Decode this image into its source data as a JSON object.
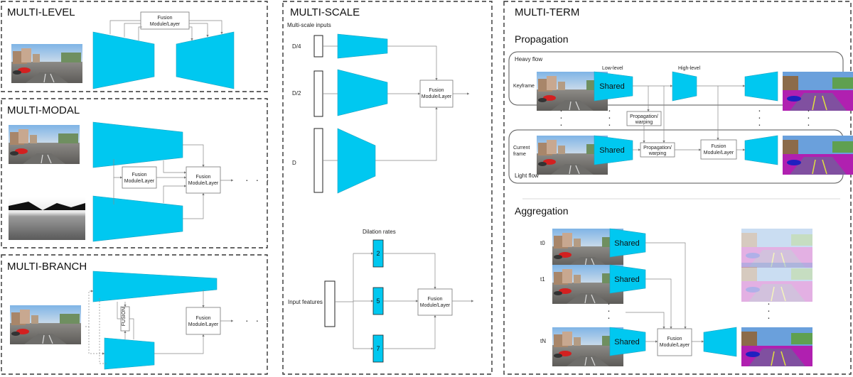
{
  "panels": {
    "multi_level": {
      "title": "MULTI-LEVEL",
      "fusion": [
        "Fusion",
        "Module/Layer"
      ]
    },
    "multi_modal": {
      "title": "MULTI-MODAL",
      "fusion_a": [
        "Fusion",
        "Module/Layer"
      ],
      "fusion_b": [
        "Fusion",
        "Module/Layer"
      ],
      "dots": "· · ·"
    },
    "multi_branch": {
      "title": "MULTI-BRANCH",
      "fusion_vertical": "FUSION",
      "fusion": [
        "Fusion",
        "Module/Layer"
      ],
      "dots": "· · ·"
    },
    "multi_scale": {
      "title": "MULTI-SCALE",
      "inputs_label": "Multi-scale inputs",
      "scales": [
        "D/4",
        "D/2",
        "D"
      ],
      "fusion_top": [
        "Fusion",
        "Module/Layer"
      ],
      "dilation_label": "Dilation rates",
      "dilations": [
        "2",
        "5",
        "7"
      ],
      "input_features": "Input features",
      "fusion_bottom": [
        "Fusion",
        "Module/Layer"
      ]
    },
    "multi_term": {
      "title": "MULTI-TERM",
      "propagation": {
        "heading": "Propagation",
        "heavy_flow": "Heavy flow",
        "light_flow": "Light flow",
        "low_level": "Low-level",
        "high_level": "High-level",
        "keyframe": "Keyframe",
        "current_frame": [
          "Current",
          "frame"
        ],
        "shared": "Shared",
        "prop_warp": [
          "Propagation/",
          "warping"
        ],
        "fusion": [
          "Fusion",
          "Module/Layer"
        ]
      },
      "aggregation": {
        "heading": "Aggregation",
        "shared": "Shared",
        "times": [
          "t0",
          "t1",
          "tN"
        ],
        "fusion": [
          "Fusion",
          "Module/Layer"
        ]
      }
    }
  },
  "colors": {
    "encoder": "#00c8f0",
    "panel_border": "#333333"
  }
}
